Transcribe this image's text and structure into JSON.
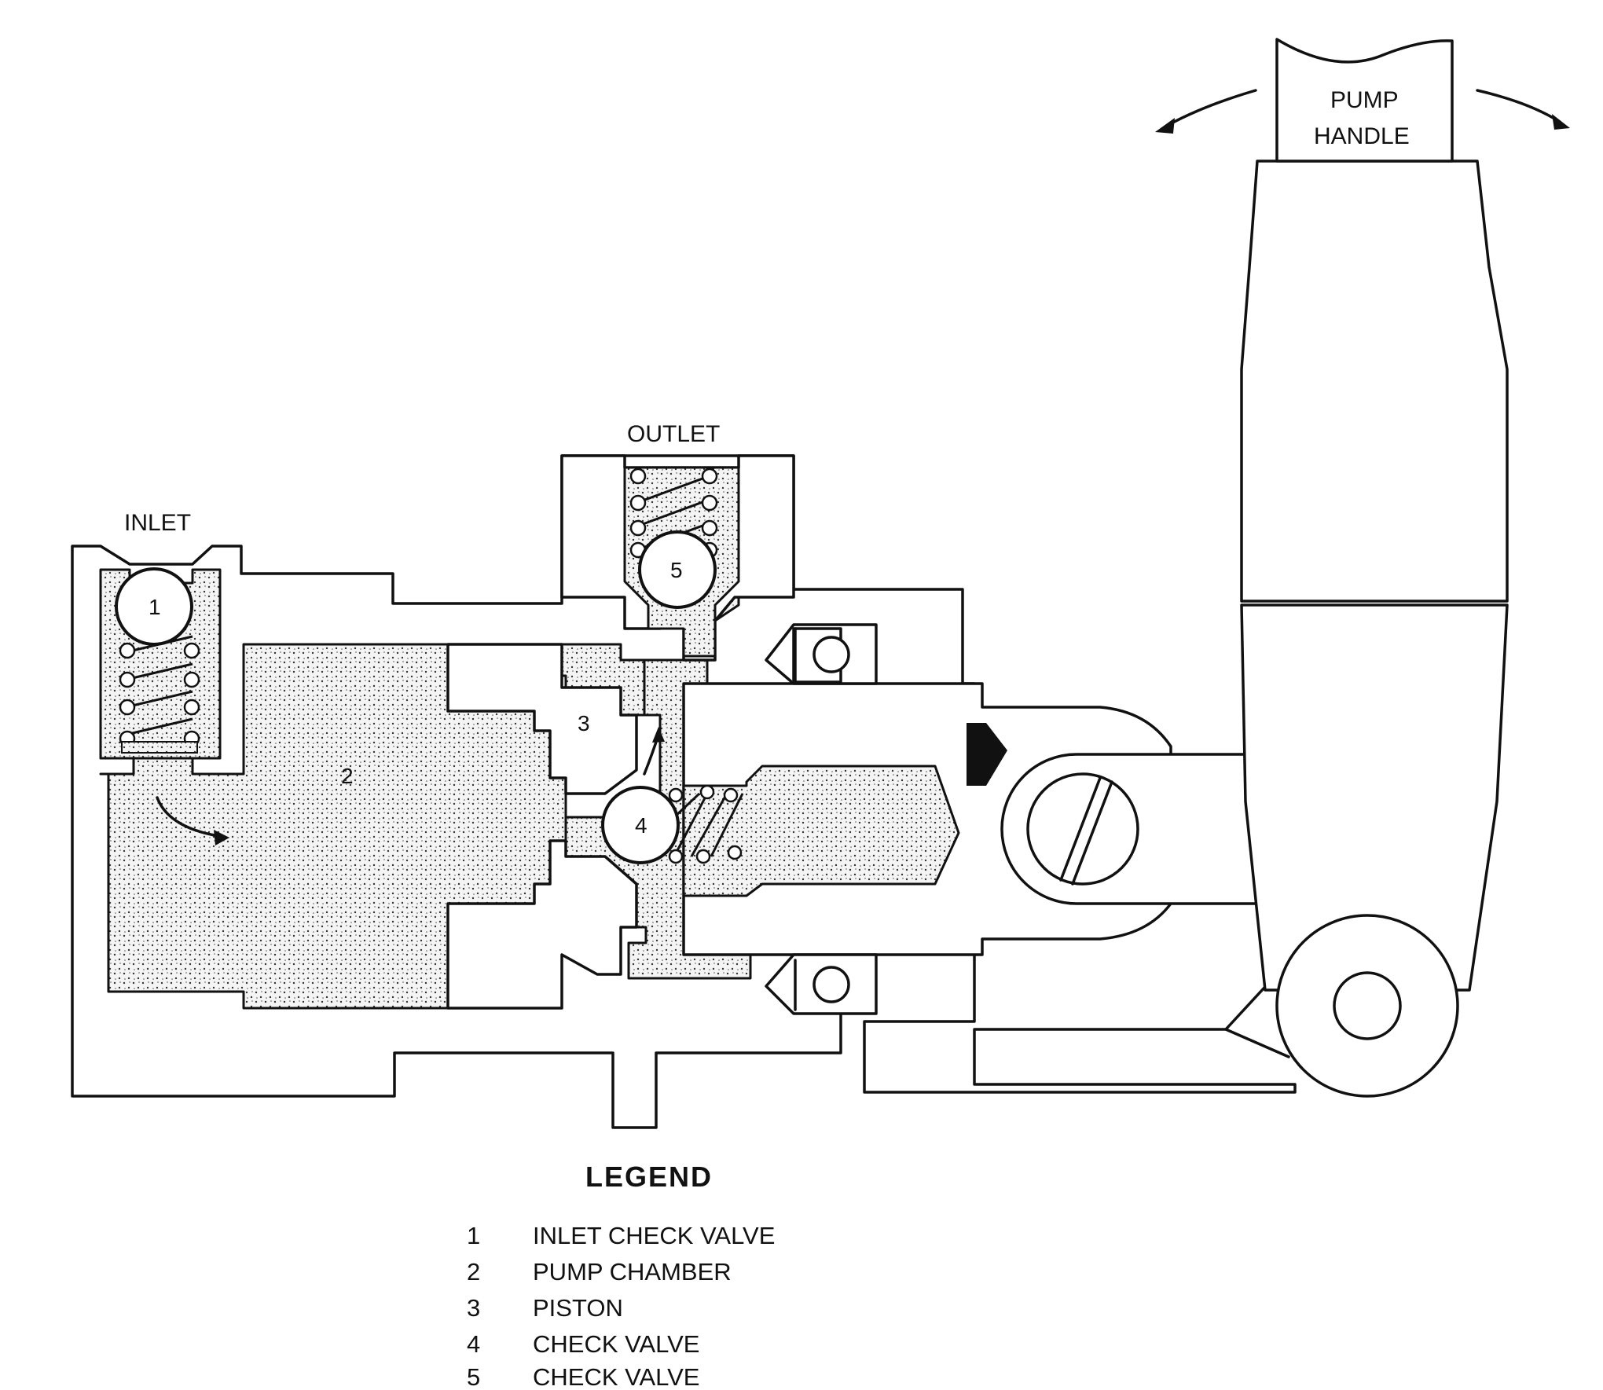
{
  "labels": {
    "inlet": "INLET",
    "outlet": "OUTLET",
    "pump_handle_line1": "PUMP",
    "pump_handle_line2": "HANDLE"
  },
  "callouts": {
    "c1": "1",
    "c2": "2",
    "c3": "3",
    "c4": "4",
    "c5": "5"
  },
  "legend": {
    "title": "LEGEND",
    "items": [
      {
        "num": "1",
        "text": "INLET CHECK VALVE"
      },
      {
        "num": "2",
        "text": "PUMP CHAMBER"
      },
      {
        "num": "3",
        "text": "PISTON"
      },
      {
        "num": "4",
        "text": "CHECK VALVE"
      },
      {
        "num": "5",
        "text": "CHECK VALVE"
      }
    ]
  }
}
